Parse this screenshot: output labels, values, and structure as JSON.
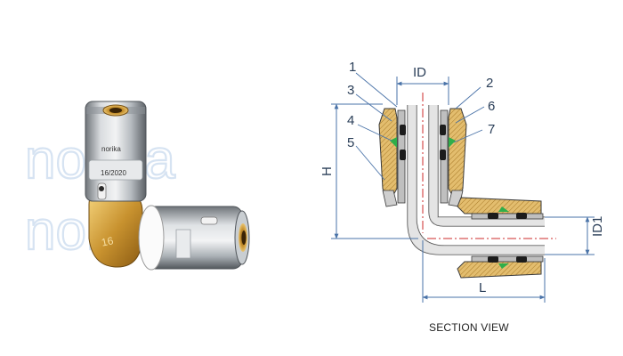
{
  "photo": {
    "watermark": [
      "norika",
      "norika"
    ],
    "body_marking": [
      "norika",
      "16/2020"
    ],
    "size_marking": "16"
  },
  "diagram": {
    "callouts": [
      "1",
      "2",
      "3",
      "4",
      "5",
      "6",
      "7"
    ],
    "dimensions": {
      "inner_diameter": "ID",
      "inner_diameter_outlet": "ID1",
      "height": "H",
      "length": "L"
    },
    "caption": "SECTION VIEW"
  },
  "colors": {
    "dimension_line": "#4a73a8",
    "centerline": "#cc2b2b",
    "brass": "#e0b86a",
    "steel": "#b4b8bc",
    "o_ring": "#1c1c1c",
    "seal_green": "#2fae4a",
    "watermark": "#d6e3f2"
  }
}
